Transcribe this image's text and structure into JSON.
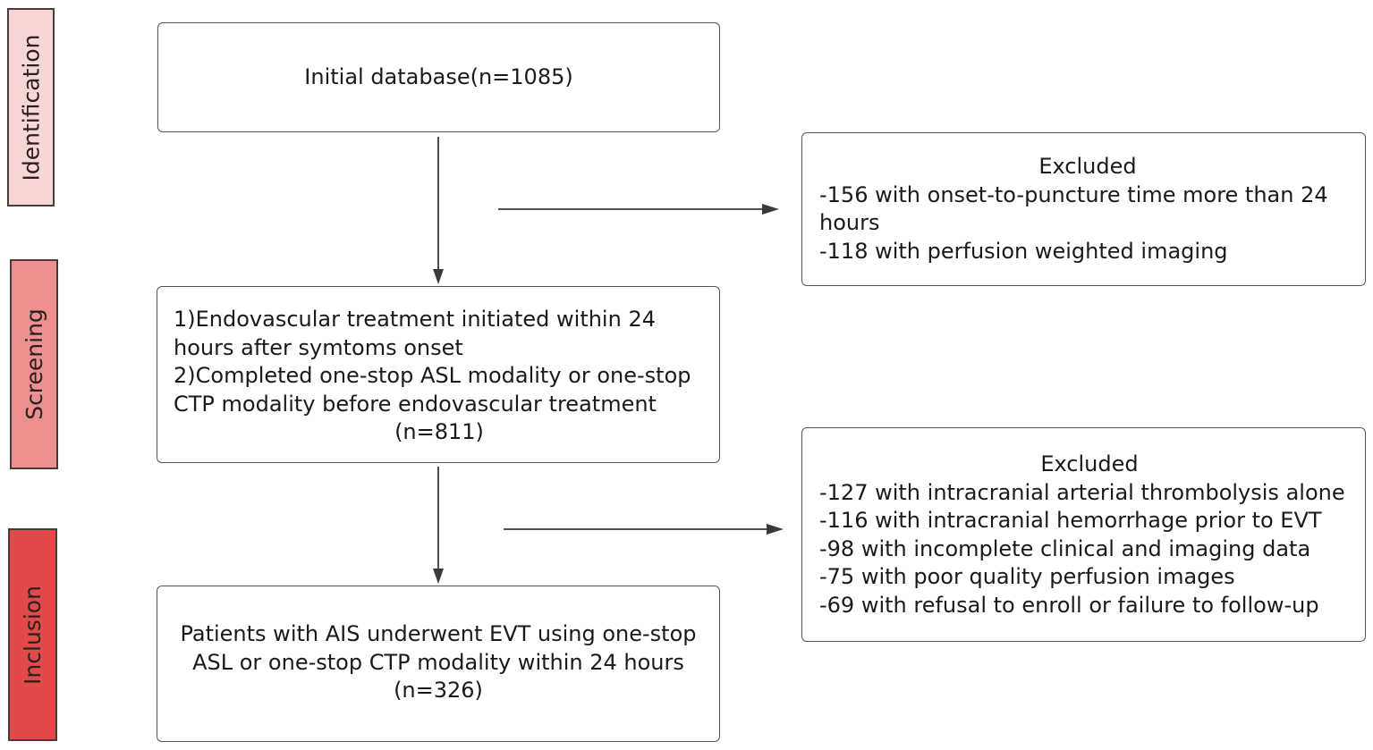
{
  "stages": {
    "identification": "Identification",
    "screening": "Screening",
    "inclusion": "Inclusion"
  },
  "initial": {
    "text": "Initial database(n=1085)"
  },
  "excluded_1": {
    "title": "Excluded",
    "items": [
      "-156 with onset-to-puncture time more than 24 hours",
      "-118 with perfusion weighted imaging"
    ]
  },
  "screening": {
    "lines": [
      "1)Endovascular treatment initiated within 24",
      "hours after symtoms onset",
      "2)Completed one-stop ASL modality or one-stop",
      "CTP modality before endovascular treatment"
    ],
    "count": "(n=811)"
  },
  "excluded_2": {
    "title": "Excluded",
    "items": [
      "-127 with intracranial arterial thrombolysis alone",
      "-116 with intracranial hemorrhage prior to EVT",
      "-98 with incomplete clinical and imaging data",
      "-75 with poor quality perfusion images",
      "-69 with refusal to enroll or failure to follow-up"
    ]
  },
  "inclusion": {
    "lines": [
      "Patients with AIS underwent EVT using one-stop",
      "ASL or one-stop CTP modality within 24 hours"
    ],
    "count": "(n=326)"
  },
  "colors": {
    "identification_tab": "#f7d6d6",
    "screening_tab": "#ee8f8f",
    "inclusion_tab": "#e24a4a",
    "arrow": "#3a3a3a"
  }
}
